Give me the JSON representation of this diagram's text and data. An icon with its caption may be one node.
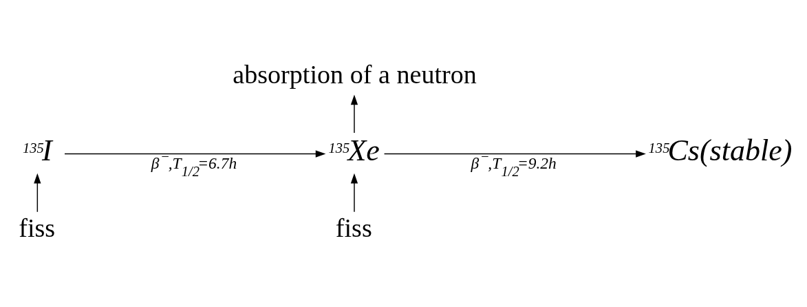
{
  "diagram": {
    "nodes": [
      {
        "text": [
          "$^{135}$I"
        ]
      },
      {
        "text": [
          "$^{135}$Xe"
        ]
      },
      {
        "text": [
          "$^{135}$Cs(stable)"
        ]
      },
      {
        "text": [
          "absorption of a neutron"
        ]
      },
      {
        "text": [
          "fiss"
        ]
      },
      {
        "text": [
          "fiss"
        ]
      }
    ],
    "edges": [
      {
        "from": 0,
        "to": 1,
        "arrow": "to",
        "label": "β$^{−}$,T$_{1/2}$=6.7h"
      },
      {
        "from": 1,
        "to": 2,
        "arrow": "to",
        "label": "β$^{−}$,T$_{1/2}$=9.2h"
      },
      {
        "from": 4,
        "to": 0,
        "arrow": "to"
      },
      {
        "from": 5,
        "to": 1,
        "arrow": "to"
      },
      {
        "from": 1,
        "to": 3,
        "arrow": "to"
      }
    ]
  }
}
